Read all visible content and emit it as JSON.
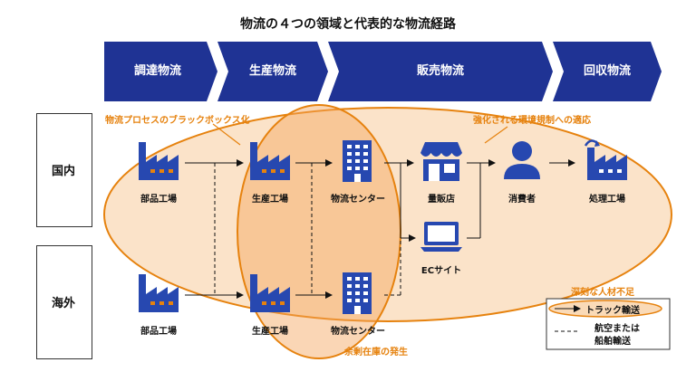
{
  "title": "物流の４つの領域と代表的な物流経路",
  "phases": [
    "調達物流",
    "生産物流",
    "販売物流",
    "回収物流"
  ],
  "regions": {
    "domestic": "国内",
    "overseas": "海外"
  },
  "nodes": {
    "parts_factory": "部品工場",
    "production_factory": "生産工場",
    "logistics_center": "物流センター",
    "mass_retailer": "量販店",
    "ec_site": "ECサイト",
    "consumer": "消費者",
    "disposal_factory": "処理工場"
  },
  "issues": {
    "black_box": "物流プロセスのブラックボックス化",
    "regulation": "強化される環境規制への適応",
    "labor_shortage": "深刻な人材不足",
    "excess_inventory": "余剰在庫の発生"
  },
  "legend": {
    "truck": "トラック輸送",
    "air_sea_line1": "航空または",
    "air_sea_line2": "船舶輸送"
  },
  "colors": {
    "navy": "#1F3394",
    "icon_blue": "#2748B0",
    "orange": "#E6820E",
    "orange_fill": "#F6C187"
  },
  "icons": [
    "factory-icon",
    "building-icon",
    "store-icon",
    "laptop-icon",
    "person-icon",
    "recycle-factory-icon"
  ]
}
